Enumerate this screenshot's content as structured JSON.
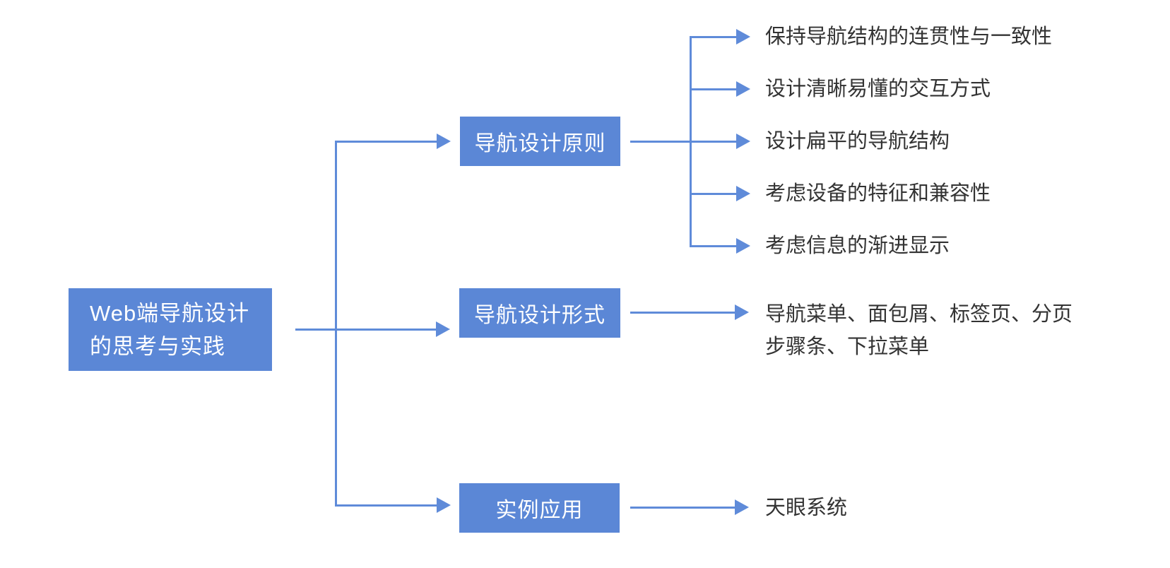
{
  "colors": {
    "node_fill": "#5b87d6",
    "connector": "#5f8bd9",
    "node_text": "#ffffff",
    "leaf_text": "#333333",
    "canvas_bg": "#ffffff"
  },
  "root": {
    "label": "Web端导航设计\n的思考与实践"
  },
  "branches": [
    {
      "node": "导航设计原则",
      "children": [
        "保持导航结构的连贯性与一致性",
        "设计清晰易懂的交互方式",
        "设计扁平的导航结构",
        "考虑设备的特征和兼容性",
        "考虑信息的渐进显示"
      ]
    },
    {
      "node": "导航设计形式",
      "children": [
        "导航菜单、面包屑、标签页、分页\n步骤条、下拉菜单"
      ]
    },
    {
      "node": "实例应用",
      "children": [
        "天眼系统"
      ]
    }
  ]
}
